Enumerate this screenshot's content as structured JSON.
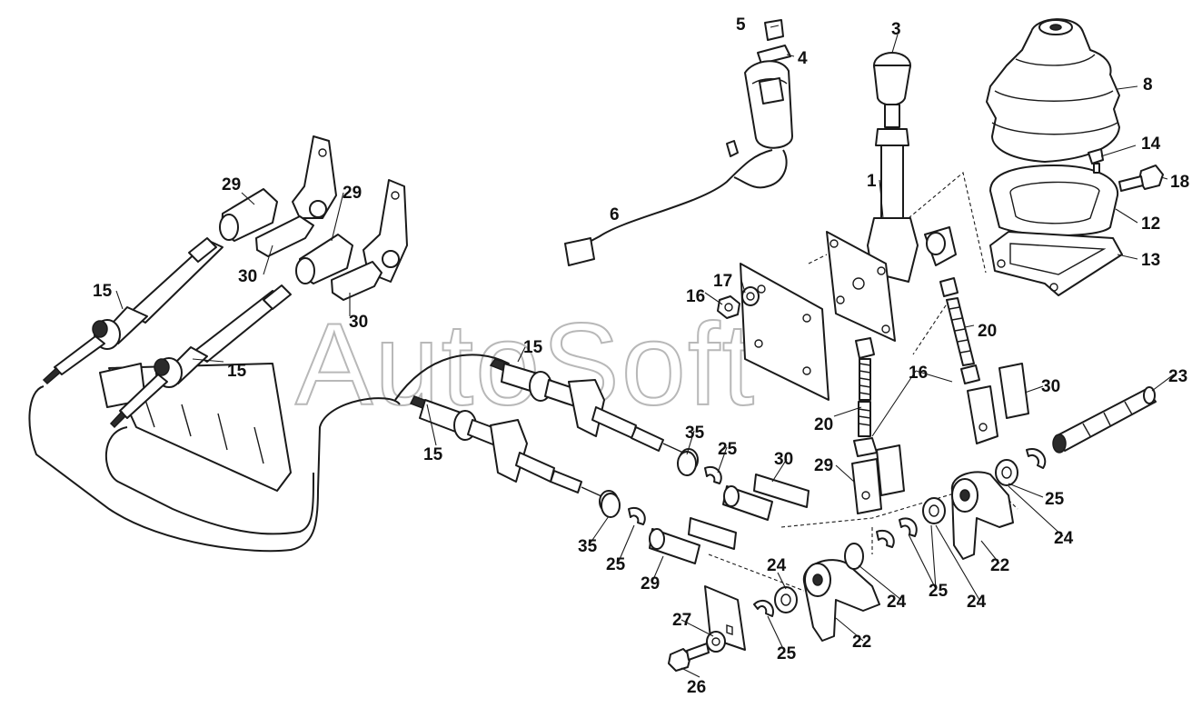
{
  "watermark": "AutoSoft",
  "callouts": [
    {
      "id": "c-5",
      "text": "5"
    },
    {
      "id": "c-4",
      "text": "4"
    },
    {
      "id": "c-3",
      "text": "3"
    },
    {
      "id": "c-8",
      "text": "8"
    },
    {
      "id": "c-14",
      "text": "14"
    },
    {
      "id": "c-18",
      "text": "18"
    },
    {
      "id": "c-12",
      "text": "12"
    },
    {
      "id": "c-13",
      "text": "13"
    },
    {
      "id": "c-1",
      "text": "1"
    },
    {
      "id": "c-6",
      "text": "6"
    },
    {
      "id": "c-29a",
      "text": "29"
    },
    {
      "id": "c-29b",
      "text": "29"
    },
    {
      "id": "c-30a",
      "text": "30"
    },
    {
      "id": "c-30b",
      "text": "30"
    },
    {
      "id": "c-15a",
      "text": "15"
    },
    {
      "id": "c-15b",
      "text": "15"
    },
    {
      "id": "c-15c",
      "text": "15"
    },
    {
      "id": "c-15d",
      "text": "15"
    },
    {
      "id": "c-17",
      "text": "17"
    },
    {
      "id": "c-16a",
      "text": "16"
    },
    {
      "id": "c-16b",
      "text": "16"
    },
    {
      "id": "c-20a",
      "text": "20"
    },
    {
      "id": "c-20b",
      "text": "20"
    },
    {
      "id": "c-30c",
      "text": "30"
    },
    {
      "id": "c-23",
      "text": "23"
    },
    {
      "id": "c-35a",
      "text": "35"
    },
    {
      "id": "c-25a",
      "text": "25"
    },
    {
      "id": "c-30d",
      "text": "30"
    },
    {
      "id": "c-29c",
      "text": "29"
    },
    {
      "id": "c-25b",
      "text": "25"
    },
    {
      "id": "c-24a",
      "text": "24"
    },
    {
      "id": "c-22a",
      "text": "22"
    },
    {
      "id": "c-35b",
      "text": "35"
    },
    {
      "id": "c-25c",
      "text": "25"
    },
    {
      "id": "c-29d",
      "text": "29"
    },
    {
      "id": "c-24b",
      "text": "24"
    },
    {
      "id": "c-25d",
      "text": "25"
    },
    {
      "id": "c-24c",
      "text": "24"
    },
    {
      "id": "c-24d",
      "text": "24"
    },
    {
      "id": "c-27",
      "text": "27"
    },
    {
      "id": "c-22b",
      "text": "22"
    },
    {
      "id": "c-25e",
      "text": "25"
    },
    {
      "id": "c-26",
      "text": "26"
    }
  ]
}
